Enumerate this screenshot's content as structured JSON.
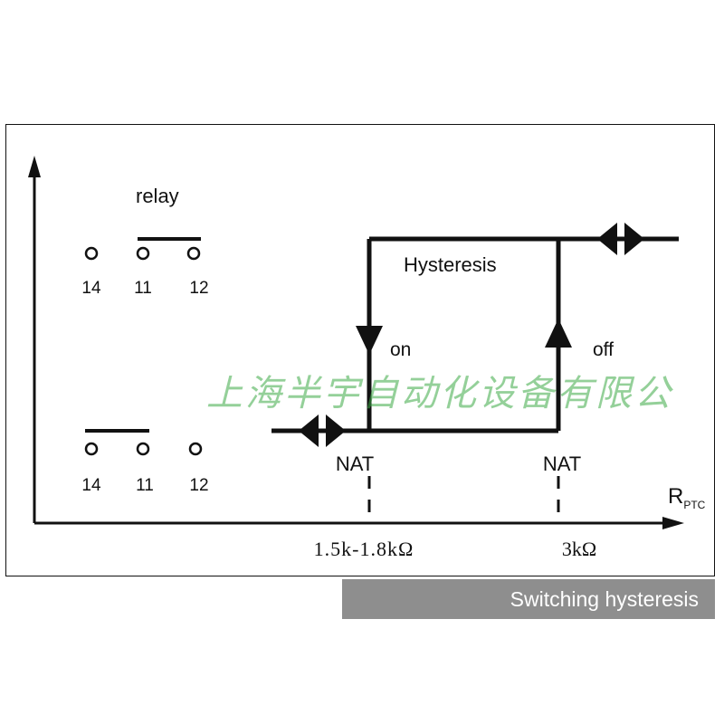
{
  "relay_label": "relay",
  "terminals_top": [
    "14",
    "11",
    "12"
  ],
  "terminals_bottom": [
    "14",
    "11",
    "12"
  ],
  "hysteresis_label": "Hysteresis",
  "on_label": "on",
  "off_label": "off",
  "nat_left": "NAT",
  "nat_right": "NAT",
  "axis_label_main": "R",
  "axis_label_sub": "PTC",
  "tick_left": "1.5k-1.8kΩ",
  "tick_right": "3kΩ",
  "caption": "Switching hysteresis",
  "watermark": "上海半宇自动化设备有限公",
  "colors": {
    "line": "#111111",
    "caption_bg": "#8e8e8e",
    "watermark": "#3caa46"
  }
}
